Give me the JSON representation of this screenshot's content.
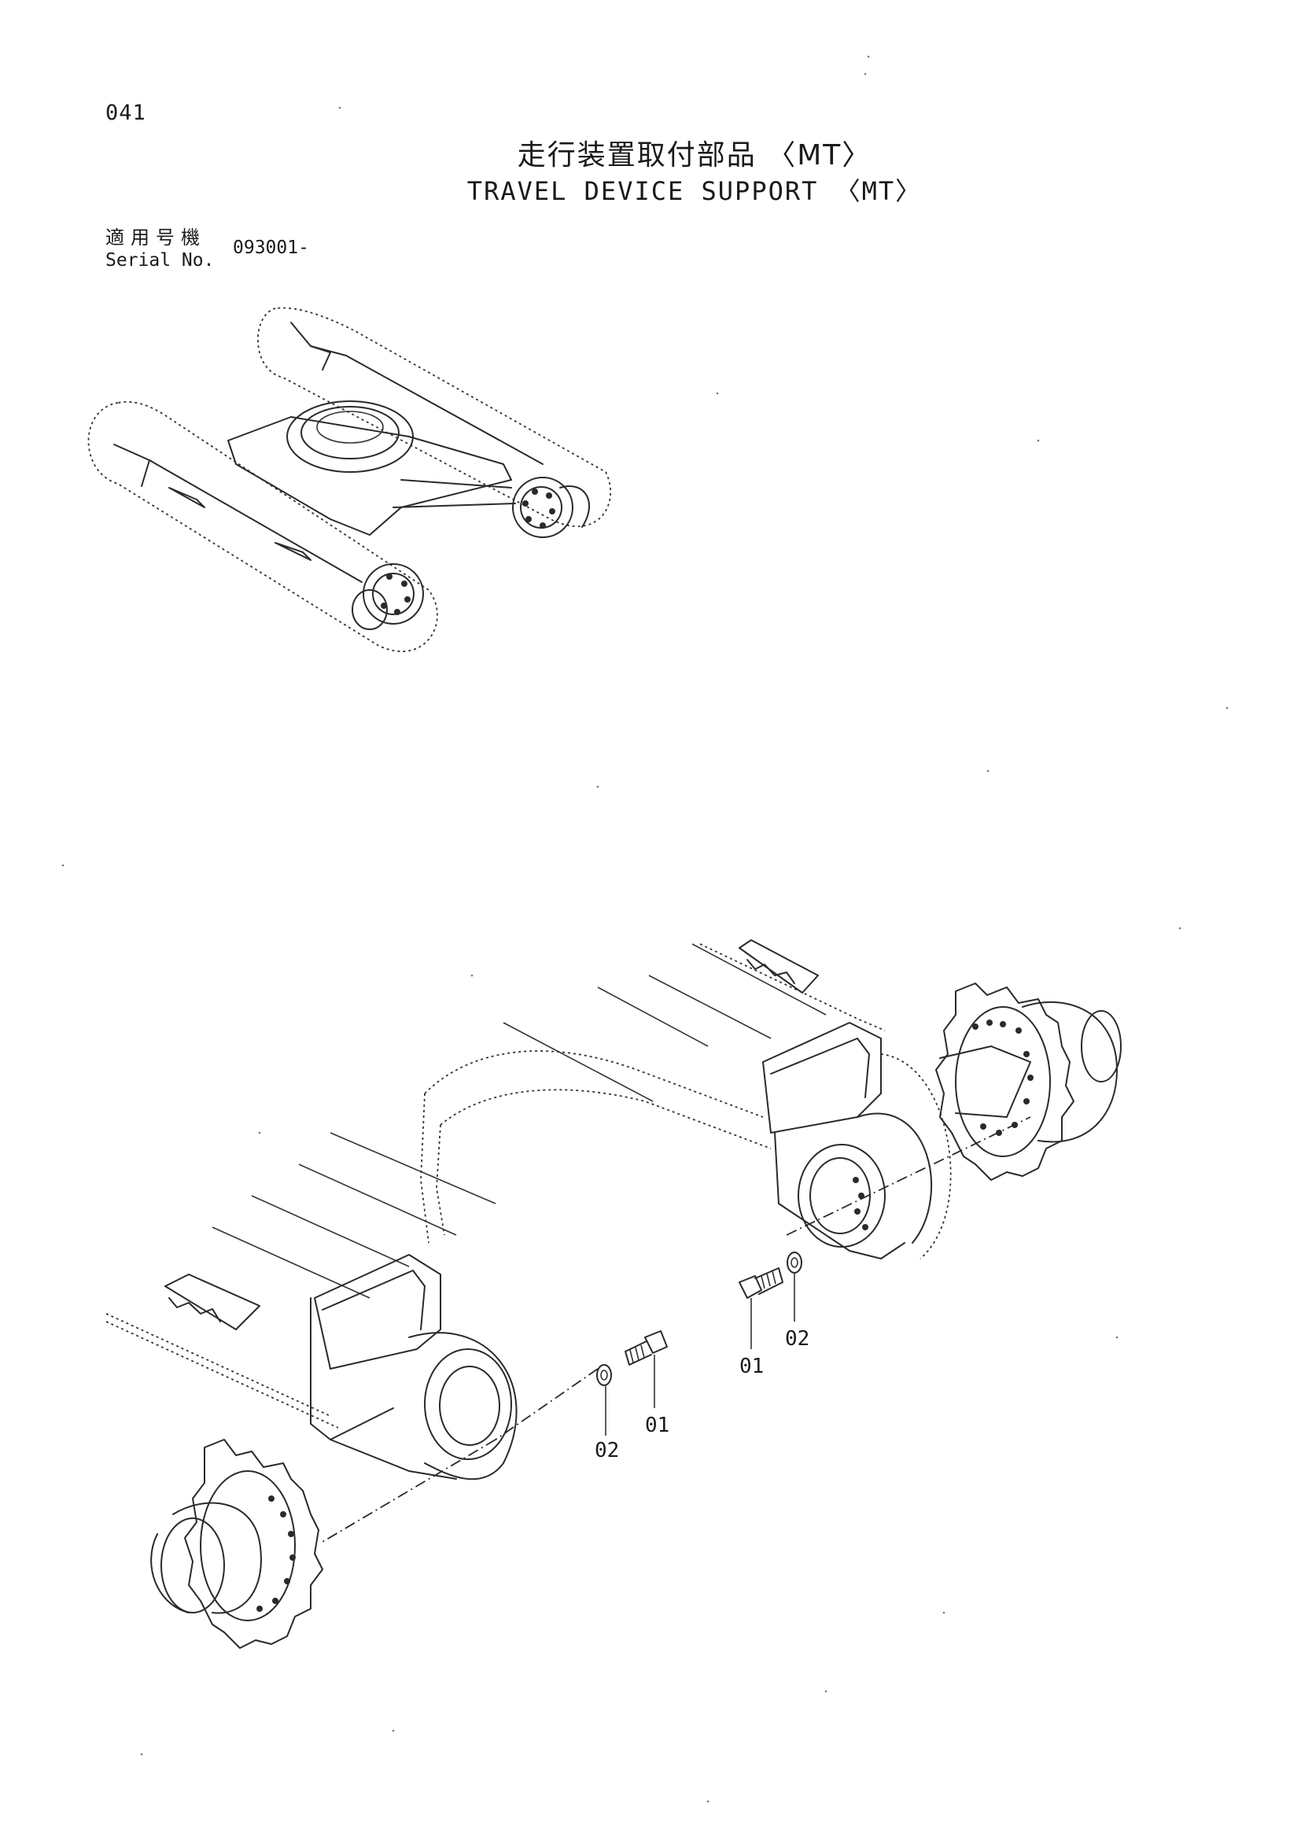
{
  "header": {
    "page_number": "041",
    "title_jp": "走行装置取付部品 〈MT〉",
    "title_en": "TRAVEL DEVICE SUPPORT 〈MT〉"
  },
  "serial": {
    "label_jp": "適用号機",
    "label_en": "Serial No.",
    "value": "093001-"
  },
  "callouts": {
    "right_bolt": "01",
    "right_washer": "02",
    "left_bolt": "01",
    "left_washer": "02"
  }
}
